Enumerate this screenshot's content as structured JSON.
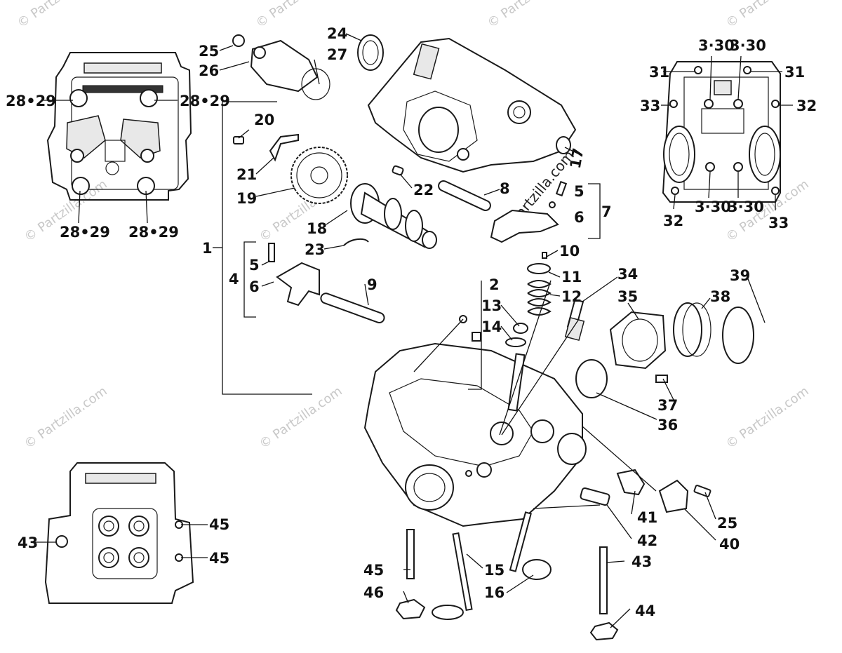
{
  "watermark": {
    "text": "© Partzilla.com",
    "center_text": "© Partzilla.com"
  },
  "callouts": {
    "c1": "1",
    "c2": "2",
    "c4": "4",
    "c5a": "5",
    "c5b": "5",
    "c6a": "6",
    "c6b": "6",
    "c7": "7",
    "c8": "8",
    "c9": "9",
    "c10": "10",
    "c11": "11",
    "c12": "12",
    "c13": "13",
    "c14": "14",
    "c15": "15",
    "c16": "16",
    "c17": "17",
    "c18": "18",
    "c19": "19",
    "c20": "20",
    "c21": "21",
    "c22": "22",
    "c23": "23",
    "c24": "24",
    "c25a": "25",
    "c25b": "25",
    "c26": "26",
    "c27": "27",
    "c34": "34",
    "c35": "35",
    "c36": "36",
    "c37": "37",
    "c38": "38",
    "c39": "39",
    "c40": "40",
    "c41": "41",
    "c42": "42",
    "c43a": "43",
    "c43b": "43",
    "c44": "44",
    "c45a": "45",
    "c45b": "45",
    "c45c": "45",
    "c46": "46",
    "tl1": "28•29",
    "tl2": "28•29",
    "tl3": "28•29",
    "tl4": "28•29",
    "tr1": "3·30",
    "tr2": "3·30",
    "tr3": "3·30",
    "tr4": "3·30",
    "tr31a": "31",
    "tr31b": "31",
    "tr32a": "32",
    "tr32b": "32",
    "tr33a": "33",
    "tr33b": "33"
  }
}
